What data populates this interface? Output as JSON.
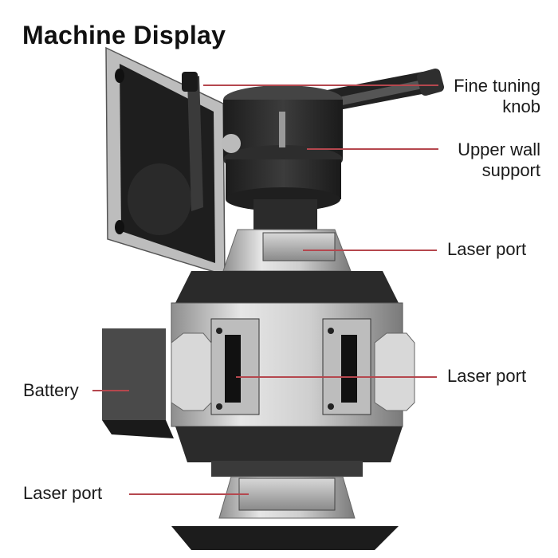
{
  "title": "Machine Display",
  "labels": {
    "fine_tuning_knob": [
      "Fine tuning",
      "knob"
    ],
    "upper_wall_support": [
      "Upper wall",
      "support"
    ],
    "laser_port_top": "Laser port",
    "laser_port_middle": "Laser port",
    "battery": "Battery",
    "laser_port_bottom": "Laser port"
  },
  "colors": {
    "leader_line": "#b5474e",
    "text": "#1a1a1a",
    "body_dark": "#2b2b2b",
    "body_silver": "#c9c9c9"
  }
}
